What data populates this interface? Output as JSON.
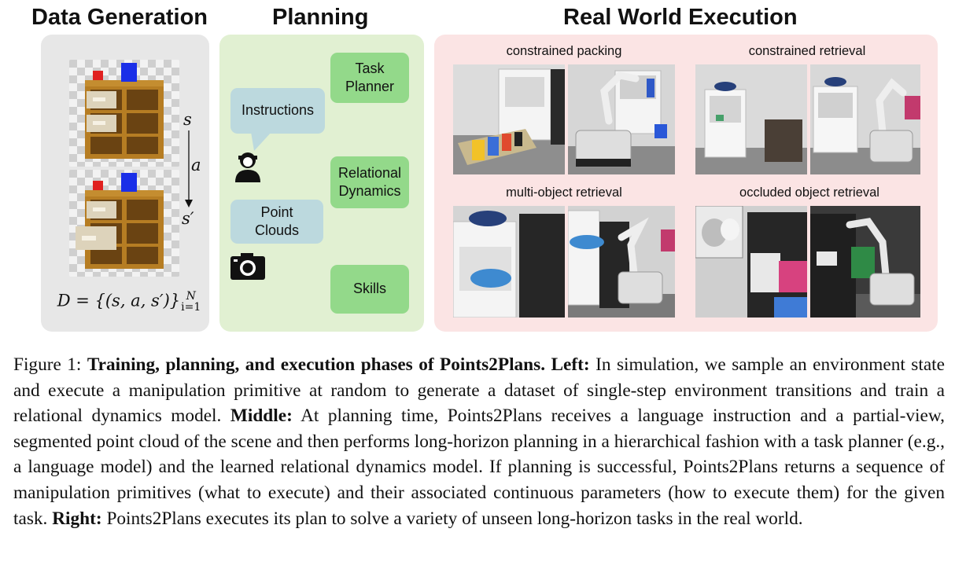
{
  "figure": {
    "sections": {
      "data_generation": "Data Generation",
      "planning": "Planning",
      "real_world": "Real World Execution"
    },
    "data_generation": {
      "state": "s",
      "action": "a",
      "next_state": "s′",
      "dataset": "D = {(s, a, s′)}",
      "dataset_sup": "N",
      "dataset_sub": "i=1"
    },
    "planning": {
      "instructions": "Instructions",
      "point_clouds": "Point Clouds",
      "task_planner": "Task Planner",
      "relational_dynamics": "Relational Dynamics",
      "skills": "Skills"
    },
    "real_world": {
      "tasks": [
        "constrained packing",
        "constrained retrieval",
        "multi-object retrieval",
        "occluded object retrieval"
      ]
    }
  },
  "caption": {
    "label": "Figure 1:",
    "title": "Training, planning, and execution phases of Points2Plans.",
    "left_label": "Left:",
    "left_text": "In simulation, we sample an environment state and execute a manipulation primitive at random to generate a dataset of single-step environment transitions and train a relational dynamics model.",
    "middle_label": "Middle:",
    "middle_text": "At planning time, Points2Plans receives a language instruction and a partial-view, segmented point cloud of the scene and then performs long-horizon planning in a hierarchical fashion with a task planner (e.g., a language model) and the learned relational dynamics model. If planning is successful, Points2Plans returns a sequence of manipulation primitives (what to execute) and their associated continuous parameters (how to execute them) for the given task.",
    "right_label": "Right:",
    "right_text": "Points2Plans executes its plan to solve a variety of unseen long-horizon tasks in the real world."
  },
  "colors": {
    "gen_panel": "#e7e7e7",
    "plan_panel": "#e1f0d2",
    "real_panel": "#fbe4e4",
    "green_box": "#93d98a",
    "blue_box": "#bcd9de"
  }
}
